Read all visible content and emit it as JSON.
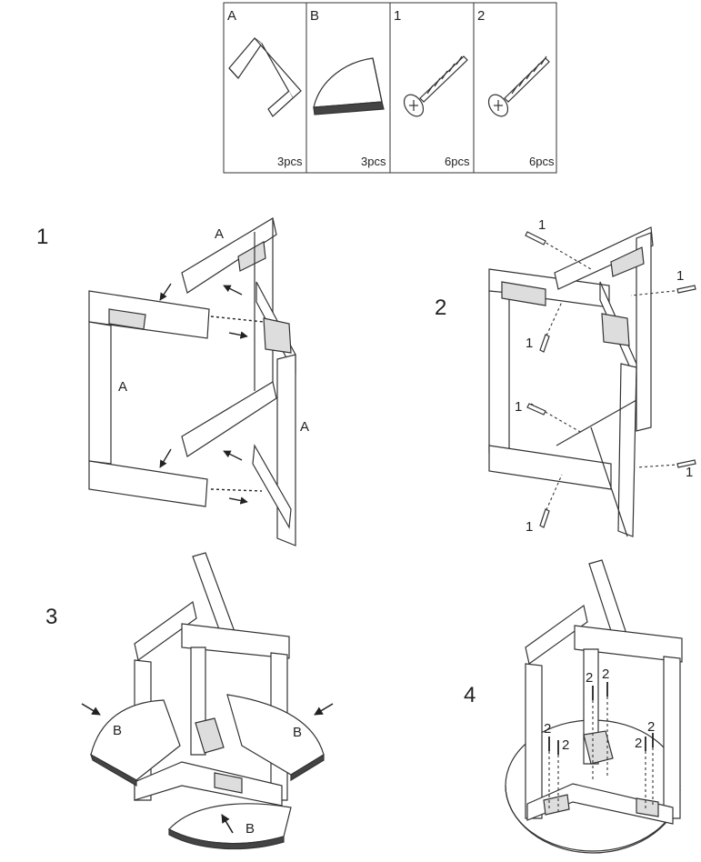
{
  "parts_table": {
    "parts": [
      {
        "id": "A",
        "qty": "3pcs",
        "icon": "frame-piece-icon"
      },
      {
        "id": "B",
        "qty": "3pcs",
        "icon": "quarter-round-board-icon"
      },
      {
        "id": "1",
        "qty": "6pcs",
        "icon": "screw-icon"
      },
      {
        "id": "2",
        "qty": "6pcs",
        "icon": "screw-icon"
      }
    ]
  },
  "steps": [
    {
      "number": "1",
      "part_label": "A"
    },
    {
      "number": "2",
      "part_label": "1"
    },
    {
      "number": "3",
      "part_label": "B"
    },
    {
      "number": "4",
      "part_label": "2"
    }
  ],
  "colors": {
    "line": "#333333",
    "fill": "#ffffff",
    "shade": "#cfcfcf"
  }
}
